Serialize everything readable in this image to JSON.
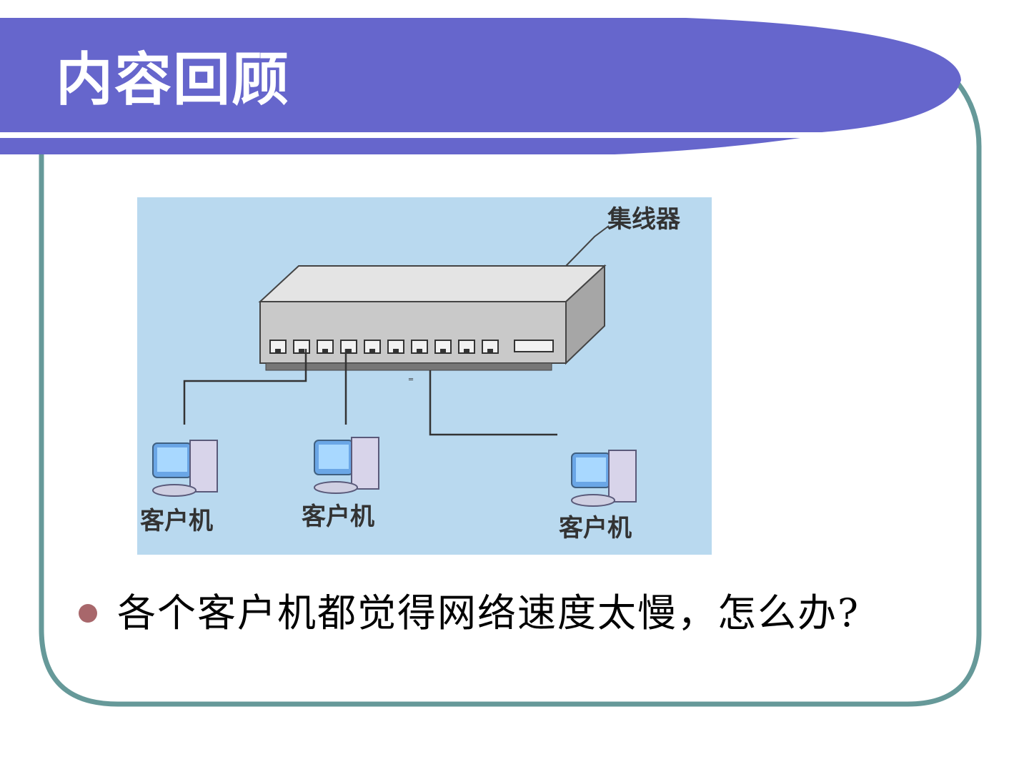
{
  "slide": {
    "title": "内容回顾",
    "title_bar_color": "#6666cc",
    "frame_color": "#669999"
  },
  "diagram": {
    "background_color": "#b9d9ef",
    "hub_label": "集线器",
    "port_count": 10,
    "clients": [
      {
        "label": "客户机"
      },
      {
        "label": "客户机"
      },
      {
        "label": "客户机"
      }
    ]
  },
  "bullets": [
    {
      "text": "各个客户机都觉得网络速度太慢，怎么办?"
    }
  ]
}
